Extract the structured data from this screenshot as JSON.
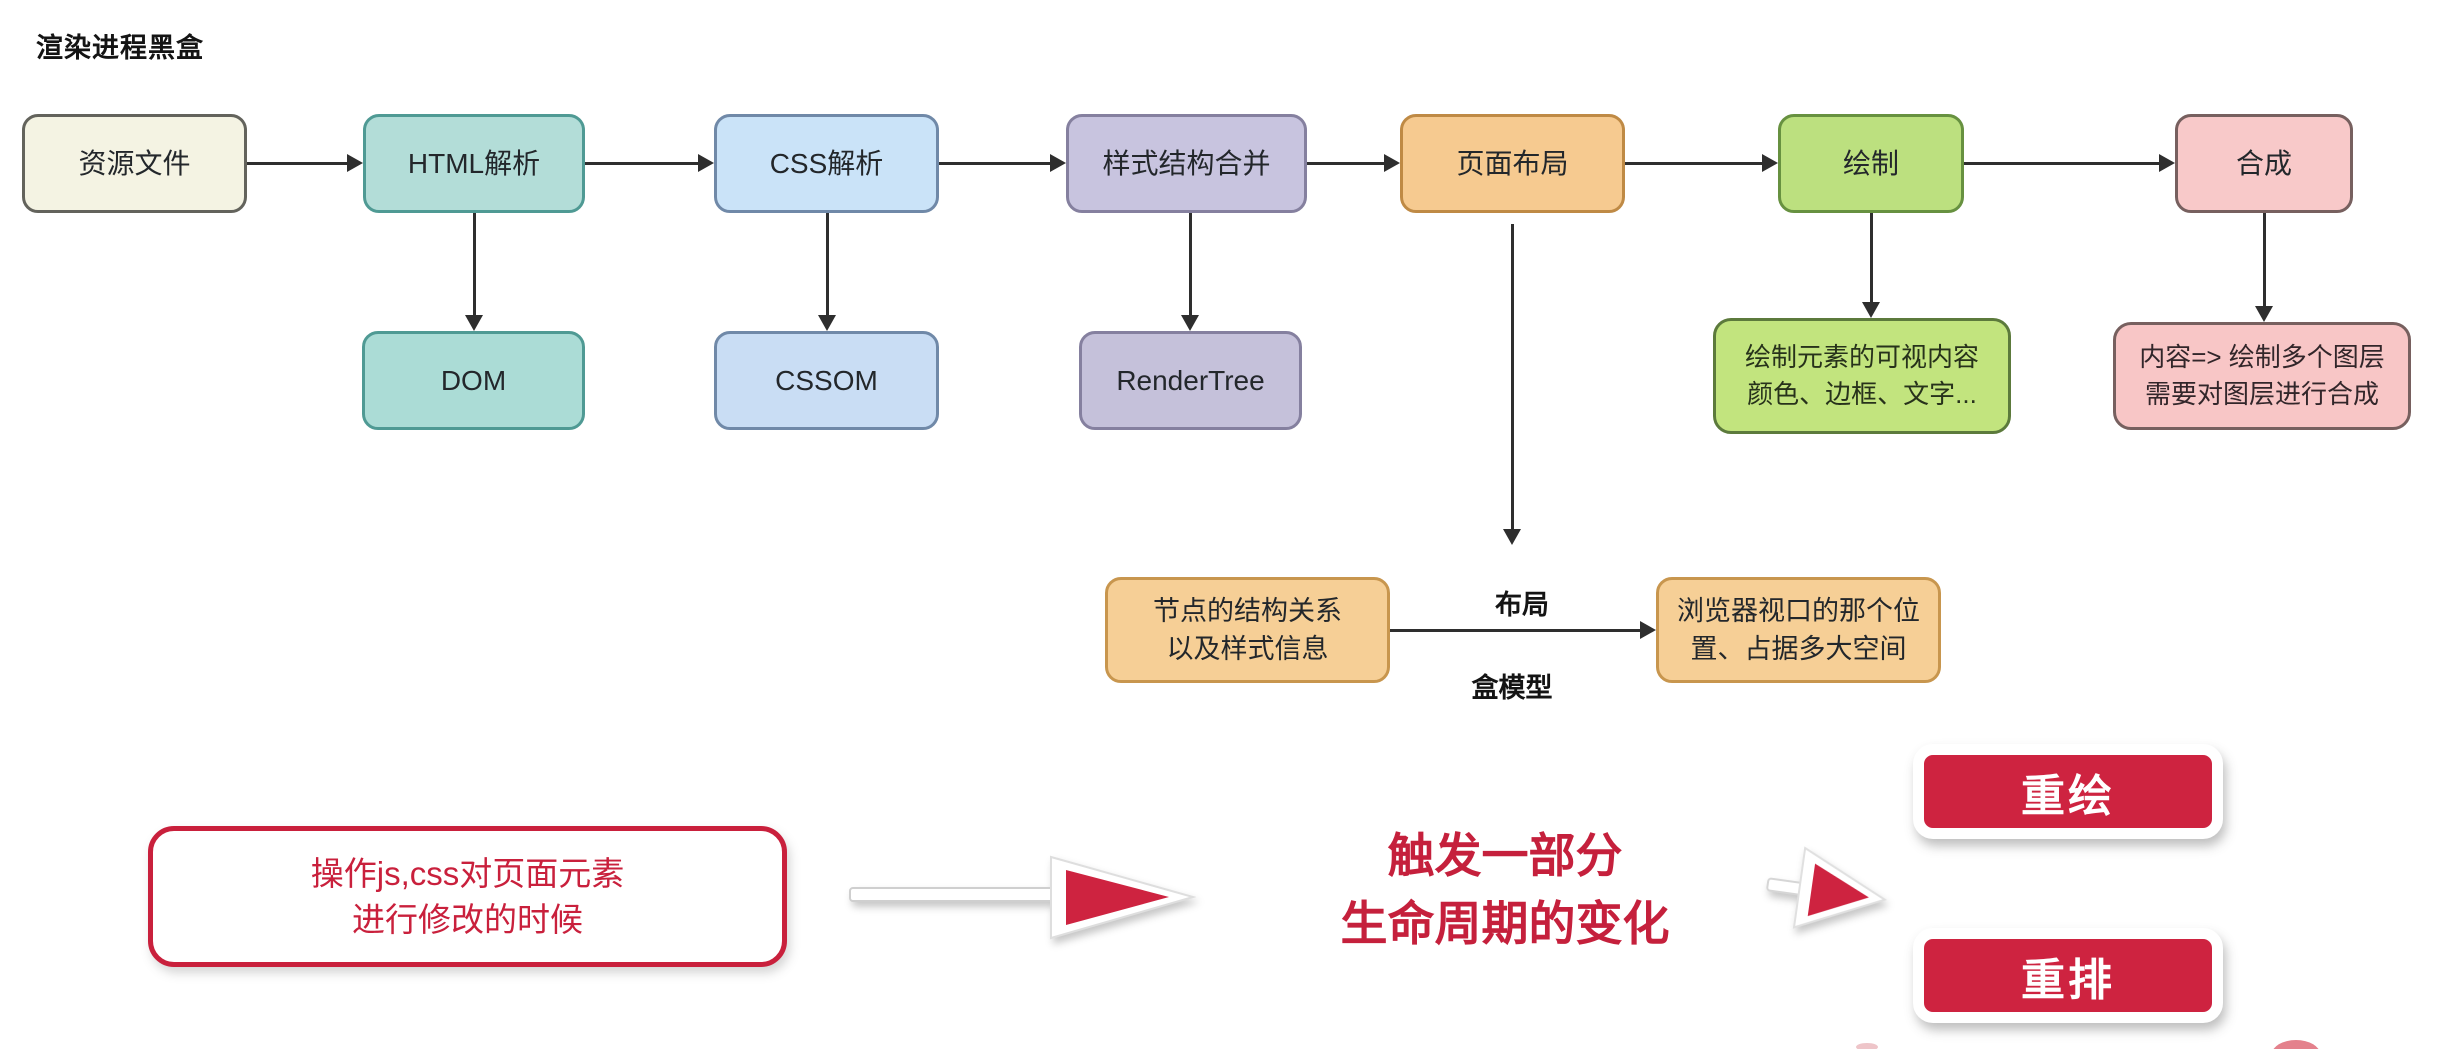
{
  "title": "渲染进程黑盒",
  "colors": {
    "arrow_black": "#2e2e2e",
    "accent_red": "#c9203c",
    "button_red": "#ce2340",
    "white": "#ffffff"
  },
  "pipeline": {
    "stages": [
      {
        "label": "资源文件",
        "fill": "#f4f3e3",
        "border": "#63635c"
      },
      {
        "label": "HTML解析",
        "fill": "#b3ddd8",
        "border": "#4f9a94"
      },
      {
        "label": "CSS解析",
        "fill": "#cae3f8",
        "border": "#7089a8"
      },
      {
        "label": "样式结构合并",
        "fill": "#c8c4df",
        "border": "#85809f"
      },
      {
        "label": "页面布局",
        "fill": "#f6ca90",
        "border": "#bf8a45"
      },
      {
        "label": "绘制",
        "fill": "#bce07f",
        "border": "#679140"
      },
      {
        "label": "合成",
        "fill": "#f8c9c9",
        "border": "#77605f"
      }
    ],
    "products": [
      {
        "label": "DOM",
        "fill": "#abdcd6",
        "border": "#4f9a94"
      },
      {
        "label": "CSSOM",
        "fill": "#c9ddf4",
        "border": "#7089a8"
      },
      {
        "label": "RenderTree",
        "fill": "#c5c1da",
        "border": "#85809f"
      }
    ],
    "paint_note": {
      "line1": "绘制元素的可视内容",
      "line2": "颜色、边框、文字...",
      "fill": "#c2e47e",
      "border": "#5c7a3c",
      "text_color": "#27321b"
    },
    "composite_note": {
      "line1": "内容=> 绘制多个图层",
      "line2": "需要对图层进行合成",
      "fill": "#f8c6c6",
      "border": "#77605f",
      "text_color": "#32262a"
    }
  },
  "layout_detail": {
    "input_box": {
      "line1": "节点的结构关系",
      "line2": "以及样式信息",
      "fill": "#f6cf96",
      "border": "#c8964e"
    },
    "output_box": {
      "line1": "浏览器视口的那个位",
      "line2": "置、占据多大空间",
      "fill": "#f6cf96",
      "border": "#c8964e"
    },
    "arrow_label_top": "布局",
    "arrow_label_bottom": "盒模型"
  },
  "trigger_flow": {
    "cause_box": {
      "line1": "操作js,css对页面元素",
      "line2": "进行修改的时候",
      "border": "#c9203c",
      "text_color": "#c9203c"
    },
    "effect_text": {
      "line1": "触发一部分",
      "line2": "生命周期的变化",
      "color": "#c5203c"
    },
    "results": [
      {
        "label": "重绘",
        "fill": "#ce2340"
      },
      {
        "label": "重排",
        "fill": "#ce2340"
      }
    ]
  }
}
